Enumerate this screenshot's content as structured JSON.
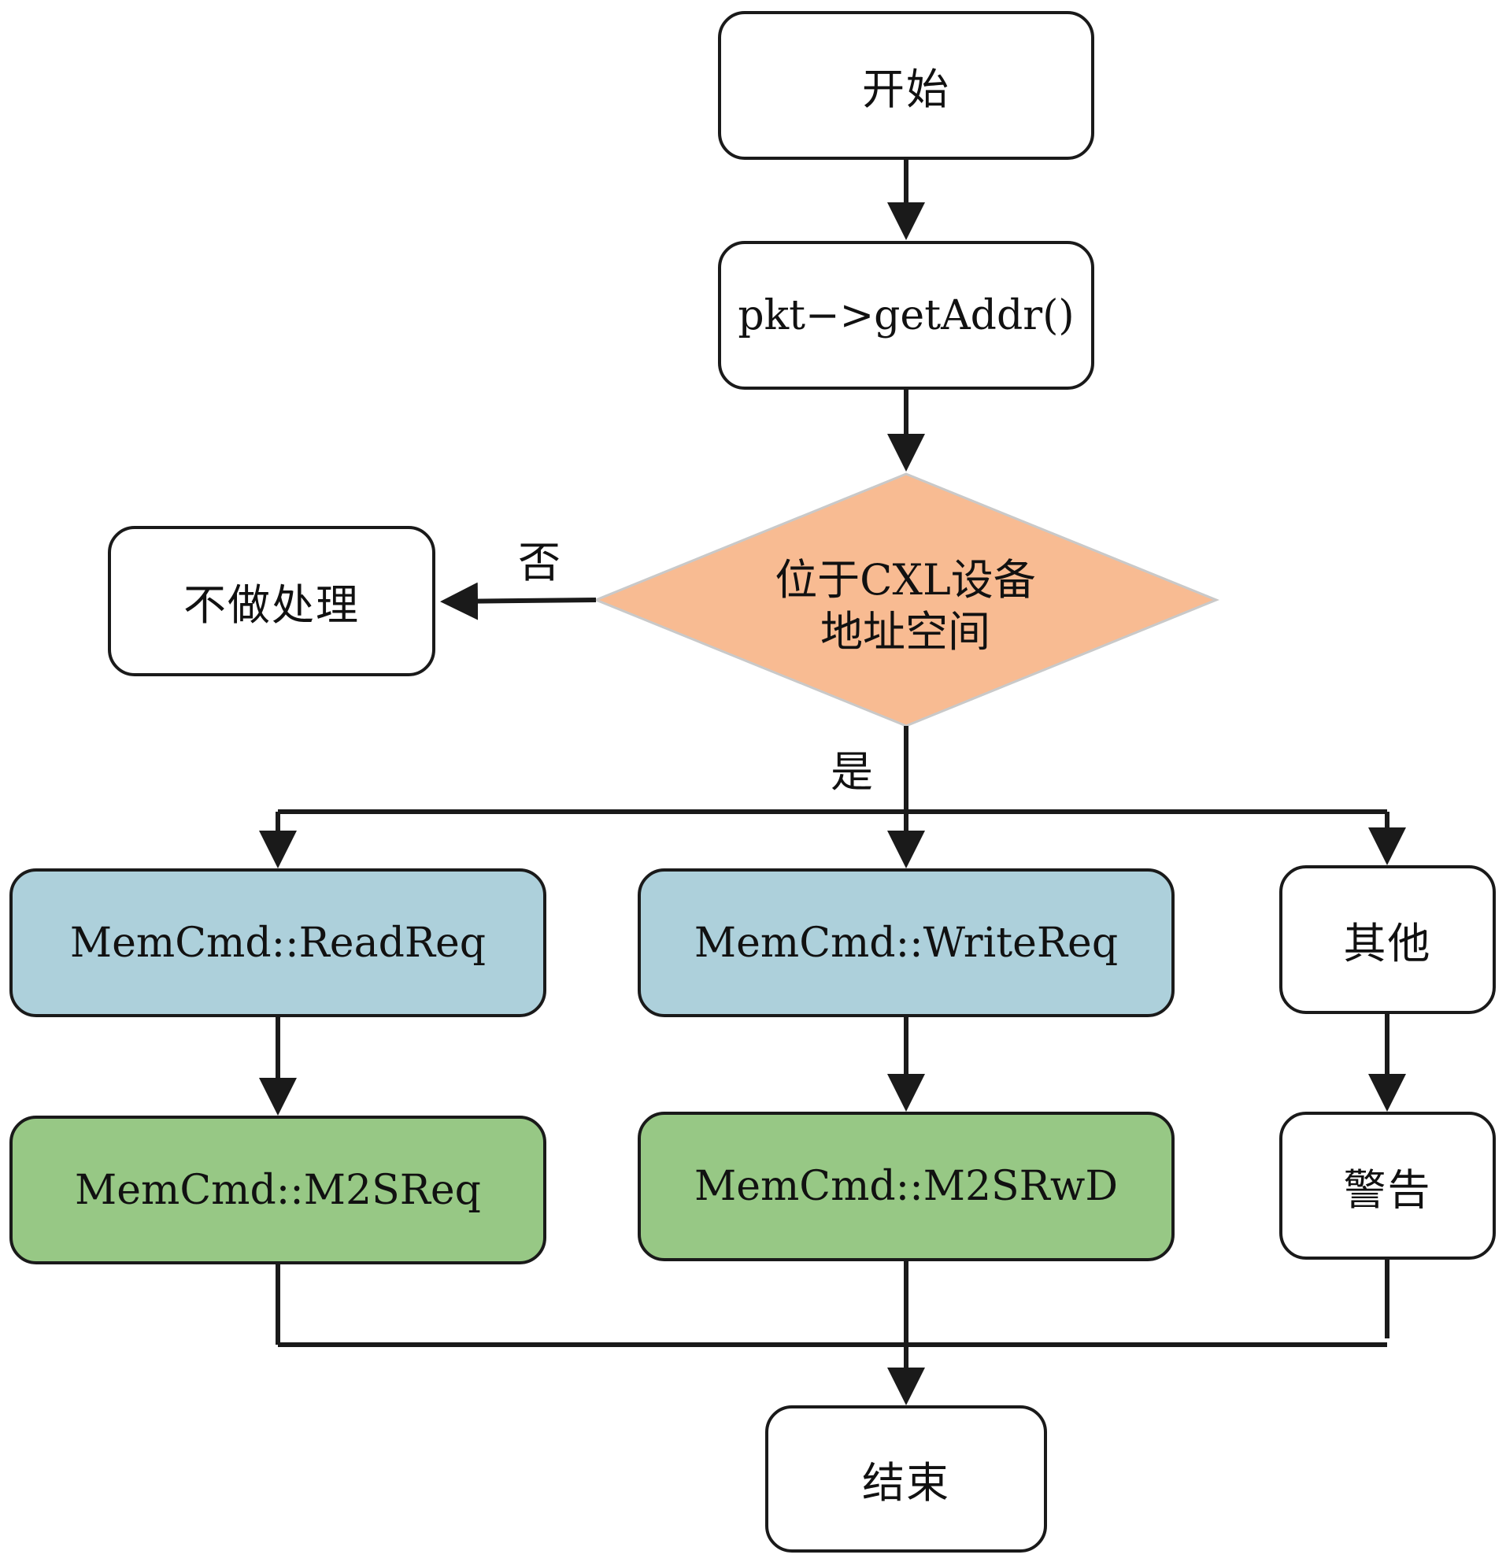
{
  "nodes": {
    "start": "开始",
    "get_addr": "pkt−>getAddr()",
    "decision_line1": "位于CXL设备",
    "decision_line2": "地址空间",
    "no_process": "不做处理",
    "read_req": "MemCmd::ReadReq",
    "write_req": "MemCmd::WriteReq",
    "other": "其他",
    "m2s_req": "MemCmd::M2SReq",
    "m2s_rwd": "MemCmd::M2SRwD",
    "warning": "警告",
    "end": "结束"
  },
  "edge_labels": {
    "no": "否",
    "yes": "是"
  },
  "colors": {
    "decision_fill": "#f8bb92",
    "read_write_fill": "#add0db",
    "m2s_fill": "#97c885",
    "stroke": "#1a1a1a"
  }
}
